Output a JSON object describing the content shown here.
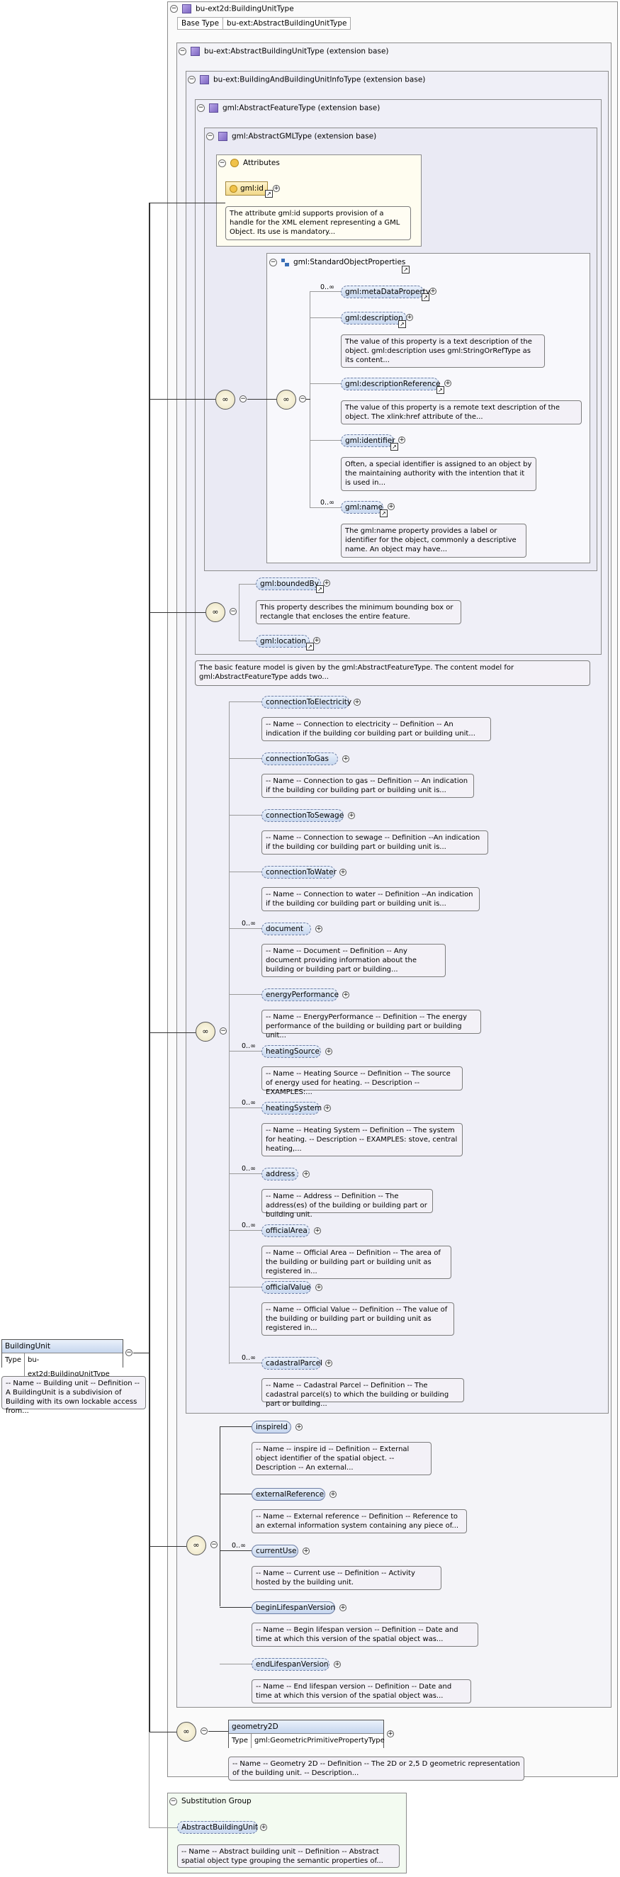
{
  "root": {
    "name": "BuildingUnit",
    "type_label": "Type",
    "type_value": "bu-ext2d:BuildingUnitType",
    "doc": "-- Name -- Building unit -- Definition -- A BuildingUnit is a subdivision of Building with its own lockable access from..."
  },
  "complex_type": {
    "title": "bu-ext2d:BuildingUnitType",
    "base_type_label": "Base Type",
    "base_type_value": "bu-ext:AbstractBuildingUnitType"
  },
  "extensions": {
    "abu": "bu-ext:AbstractBuildingUnitType (extension base)",
    "bbu": "bu-ext:BuildingAndBuildingUnitInfoType (extension base)",
    "feature": "gml:AbstractFeatureType (extension base)",
    "gml": "gml:AbstractGMLType (extension base)"
  },
  "attributes": {
    "title": "Attributes",
    "gml_id": "gml:id",
    "gml_id_doc": "The attribute gml:id supports provision of a handle for the XML element representing a GML Object. Its use is mandatory..."
  },
  "standard_props": {
    "title": "gml:StandardObjectProperties",
    "items": [
      {
        "name": "gml:metaDataProperty",
        "mult": "0..∞",
        "doc": ""
      },
      {
        "name": "gml:description",
        "mult": "",
        "doc": "The value of this property is a text description of the object. gml:description uses gml:StringOrRefType as its content..."
      },
      {
        "name": "gml:descriptionReference",
        "mult": "",
        "doc": "The value of this property is a remote text description of the object. The xlink:href attribute of the..."
      },
      {
        "name": "gml:identifier",
        "mult": "",
        "doc": "Often, a special identifier is assigned to an object by the maintaining authority with the intention that it is used in..."
      },
      {
        "name": "gml:name",
        "mult": "0..∞",
        "doc": "The gml:name property provides a label or identifier for the object, commonly a descriptive name. An object may have..."
      }
    ]
  },
  "bounded": {
    "name": "gml:boundedBy",
    "doc": "This property describes the minimum bounding box or rectangle that encloses the entire feature.",
    "location": "gml:location"
  },
  "feature_doc": "The basic feature model is given by the gml:AbstractFeatureType. The content model for gml:AbstractFeatureType adds two...",
  "bbu_items": [
    {
      "name": "connectionToElectricity",
      "mult": "",
      "doc": "-- Name -- Connection to electricity -- Definition -- An indication if the building cor building part or building unit..."
    },
    {
      "name": "connectionToGas",
      "mult": "",
      "doc": "-- Name -- Connection to gas -- Definition -- An indication if the building cor building part or building unit is..."
    },
    {
      "name": "connectionToSewage",
      "mult": "",
      "doc": "-- Name -- Connection to sewage -- Definition --An indication if the building cor building part or building unit is..."
    },
    {
      "name": "connectionToWater",
      "mult": "",
      "doc": "-- Name -- Connection to water -- Definition --An indication if the building cor building part or building unit is..."
    },
    {
      "name": "document",
      "mult": "0..∞",
      "doc": "-- Name -- Document -- Definition -- Any document providing information about the building or building part or building..."
    },
    {
      "name": "energyPerformance",
      "mult": "",
      "doc": "-- Name -- EnergyPerformance -- Definition -- The energy performance of the building or building part or building unit..."
    },
    {
      "name": "heatingSource",
      "mult": "0..∞",
      "doc": "-- Name -- Heating Source -- Definition -- The source of energy used for heating. -- Description -- EXAMPLES:..."
    },
    {
      "name": "heatingSystem",
      "mult": "0..∞",
      "doc": "-- Name -- Heating System -- Definition -- The system for heating. -- Description -- EXAMPLES: stove, central heating,..."
    },
    {
      "name": "address",
      "mult": "0..∞",
      "doc": "-- Name -- Address -- Definition -- The address(es) of the building or building part or building unit."
    },
    {
      "name": "officialArea",
      "mult": "0..∞",
      "doc": "-- Name -- Official Area -- Definition -- The area of the building or building part or building unit as registered in..."
    },
    {
      "name": "officialValue",
      "mult": "",
      "doc": "-- Name -- Official Value -- Definition -- The value of the building or building part or building unit as registered in..."
    },
    {
      "name": "cadastralParcel",
      "mult": "0..∞",
      "doc": "-- Name -- Cadastral Parcel -- Definition -- The cadastral parcel(s) to which the building or building part or building..."
    }
  ],
  "abu_items": [
    {
      "name": "inspireId",
      "mult": "",
      "doc": "-- Name -- inspire id -- Definition -- External object identifier of the spatial object. -- Description -- An external..."
    },
    {
      "name": "externalReference",
      "mult": "",
      "doc": "-- Name -- External reference -- Definition -- Reference to an external information system containing any piece of..."
    },
    {
      "name": "currentUse",
      "mult": "0..∞",
      "doc": "-- Name -- Current use -- Definition -- Activity hosted by the building unit."
    },
    {
      "name": "beginLifespanVersion",
      "mult": "",
      "doc": "-- Name -- Begin lifespan version -- Definition -- Date and time at which this version of the spatial object was..."
    },
    {
      "name": "endLifespanVersion",
      "mult": "",
      "doc": "-- Name -- End lifespan version -- Definition -- Date and time at which this version of the spatial object was..."
    }
  ],
  "geometry": {
    "name": "geometry2D",
    "type_label": "Type",
    "type_value": "gml:GeometricPrimitivePropertyType",
    "doc": "-- Name -- Geometry 2D -- Definition -- The 2D or 2,5 D geometric representation of the building unit. -- Description..."
  },
  "substitution": {
    "title": "Substitution Group",
    "name": "AbstractBuildingUnit",
    "doc": "-- Name -- Abstract building unit -- Definition -- Abstract spatial object type grouping the semantic properties of..."
  }
}
